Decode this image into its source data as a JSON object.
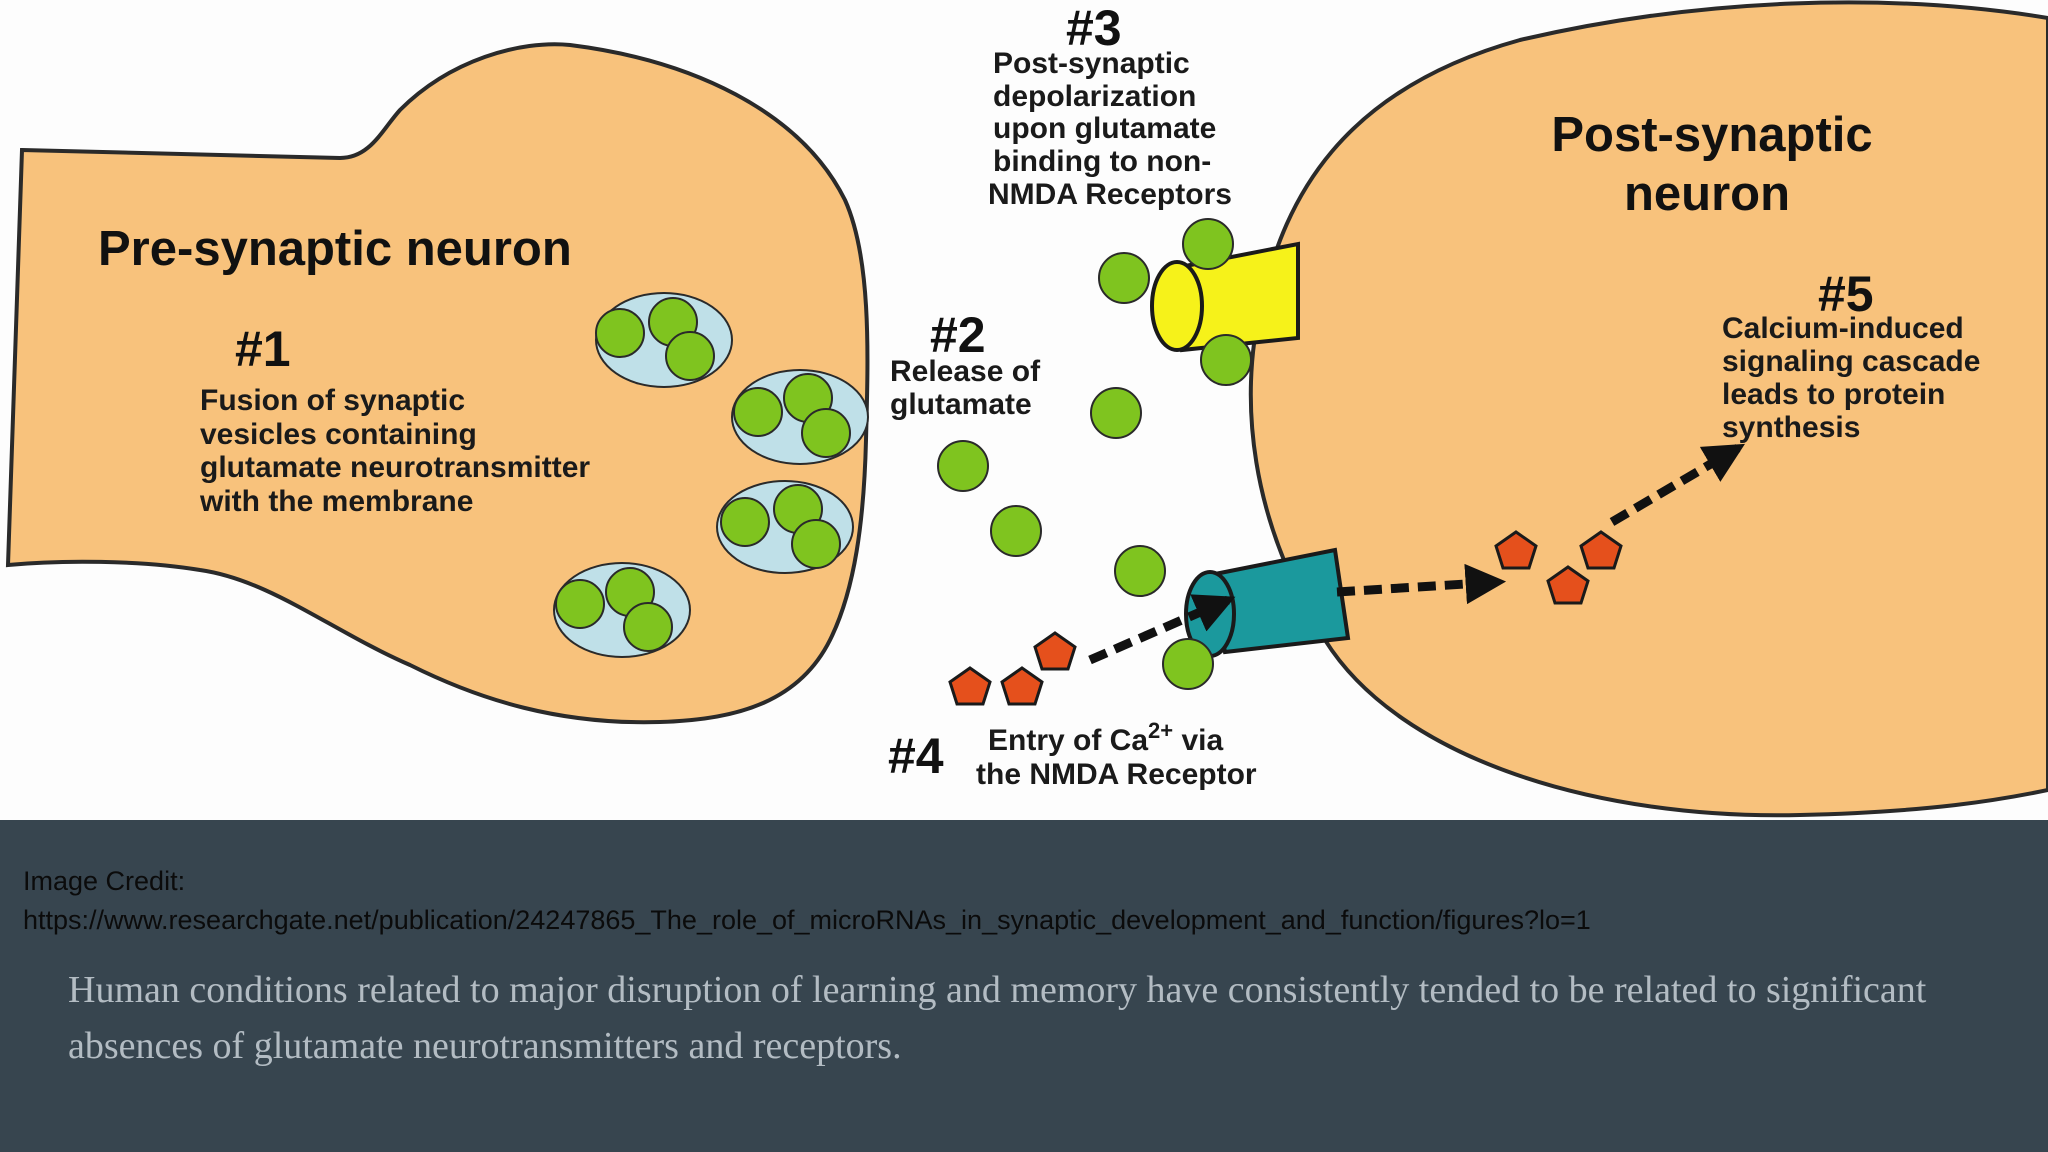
{
  "diagram": {
    "presynaptic_label": "Pre-synaptic neuron",
    "postsynaptic_label_line1": "Post-synaptic",
    "postsynaptic_label_line2": "neuron",
    "steps": [
      {
        "number": "#1",
        "lines": [
          "Fusion of synaptic",
          "vesicles containing",
          "glutamate neurotransmitter",
          "with the membrane"
        ]
      },
      {
        "number": "#2",
        "lines": [
          "Release of",
          "glutamate"
        ]
      },
      {
        "number": "#3",
        "lines": [
          "Post-synaptic",
          "depolarization",
          "upon glutamate",
          "binding to non-",
          "NMDA Receptors"
        ]
      },
      {
        "number": "#4",
        "text_before": "Entry of Ca",
        "superscript": "2+",
        "text_after": " via",
        "line2": "the NMDA Receptor"
      },
      {
        "number": "#5",
        "lines": [
          "Calcium-induced",
          "signaling cascade",
          "leads to protein",
          "synthesis"
        ]
      }
    ],
    "colors": {
      "neuron_fill": "#f8c27c",
      "neuron_stroke": "#2a2a2a",
      "vesicle_fill": "#bfe0e8",
      "glutamate_fill": "#7fc41f",
      "non_nmda_receptor": "#f6f21a",
      "nmda_receptor": "#1b999d",
      "calcium_fill": "#e5501c"
    }
  },
  "caption": {
    "credit_label": "Image Credit:",
    "credit_url": "https://www.researchgate.net/publication/24247865_The_role_of_microRNAs_in_synaptic_development_and_function/figures?lo=1",
    "summary": "Human conditions related to major disruption of learning and memory have consistently tended to be related to significant absences of glutamate neurotransmitters and receptors."
  }
}
